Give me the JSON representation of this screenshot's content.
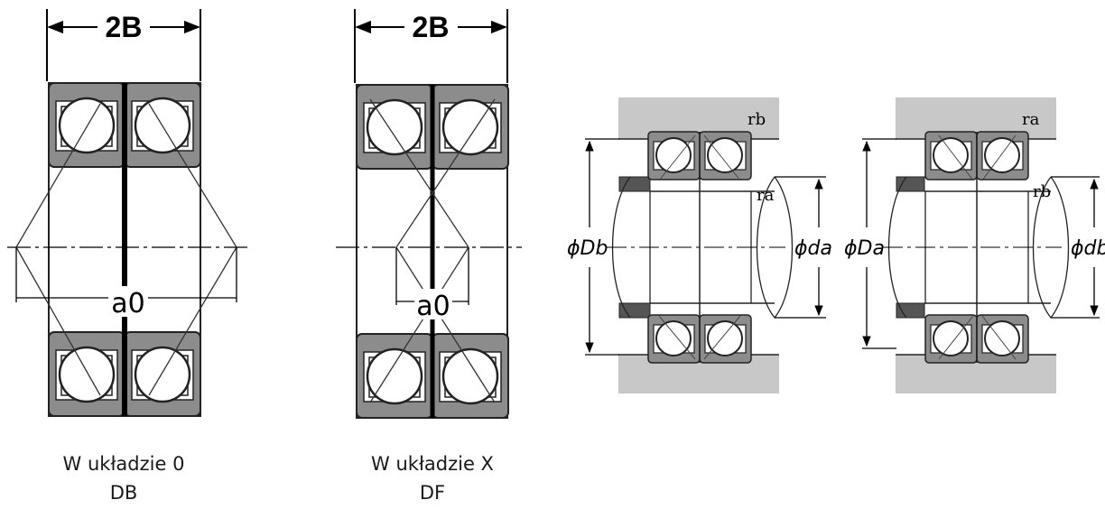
{
  "figures": [
    {
      "id": "db",
      "dimension_label": "2B",
      "spread_label": "a0",
      "caption_line1": "W układzie 0",
      "caption_line2": "DB"
    },
    {
      "id": "df",
      "dimension_label": "2B",
      "spread_label": "a0",
      "caption_line1": "W układzie X",
      "caption_line2": "DF"
    },
    {
      "id": "mount-db",
      "housing_diameter": "ϕDb",
      "shaft_diameter": "ϕda",
      "housing_fillet": "rb",
      "shaft_fillet": "ra"
    },
    {
      "id": "mount-df",
      "housing_diameter": "ϕDa",
      "shaft_diameter": "ϕdb",
      "housing_fillet": "ra",
      "shaft_fillet": "rb"
    }
  ]
}
